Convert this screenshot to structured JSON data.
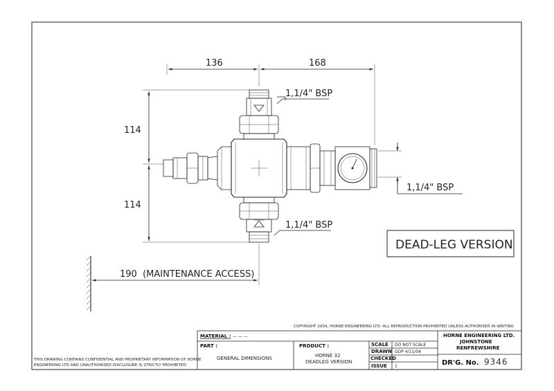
{
  "dimensions": {
    "left_width": "136",
    "right_width": "168",
    "upper_height": "114",
    "lower_height": "114",
    "maintenance": "190  (MAINTENANCE ACCESS)"
  },
  "connections": {
    "top": "1,1/4\" BSP",
    "right": "1,1/4\" BSP",
    "bottom": "1,1/4\" BSP"
  },
  "version_label": "DEAD-LEG VERSION",
  "copyright": "COPYRIGHT 2004, HORNE ENGINEERING LTD. ALL REPRODUCTION PROHIBITED UNLESS AUTHORISED IN WRITING",
  "confidential": {
    "line1": "THIS DRAWING CONTAINS CONFIDENTIAL AND PROPRIETARY INFORMATION OF HORNE",
    "line2": "ENGINEERING LTD AND UNAUTHORISED DISCLOSURE IS STRICTLY PROHIBITED."
  },
  "title_block": {
    "material_label": "MATERIAL :",
    "material_value": "— — —",
    "part_label": "PART :",
    "part_value": "GENERAL DIMENSIONS",
    "product_label": "PRODUCT :",
    "product_line1": "HORNE 32",
    "product_line2": "DEADLEG VERSION",
    "scale_label": "SCALE",
    "scale_value": "DO NOT SCALE",
    "drawn_label": "DRAWN",
    "drawn_value": "GDP 4/11/04",
    "checked_label": "CHECKED",
    "checked_value": "",
    "issue_label": "ISSUE",
    "issue_value": "1",
    "company_line1": "HORNE ENGINEERING LTD.",
    "company_line2": "JOHNSTONE",
    "company_line3": "RENFREWSHIRE",
    "drg_label": "DR'G. No.",
    "drg_value": "9346"
  }
}
